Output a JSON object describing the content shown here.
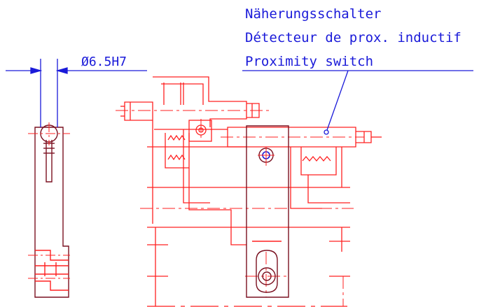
{
  "labels": {
    "de": "Näherungsschalter",
    "fr": "Détecteur de prox. inductif",
    "en": "Proximity switch"
  },
  "dimension": {
    "bore": "Ø6.5H7"
  },
  "colors": {
    "drawing": "#ff2020",
    "part_outline": "#7a1020",
    "annotation": "#1a1ad9",
    "background": "#ffffff"
  }
}
